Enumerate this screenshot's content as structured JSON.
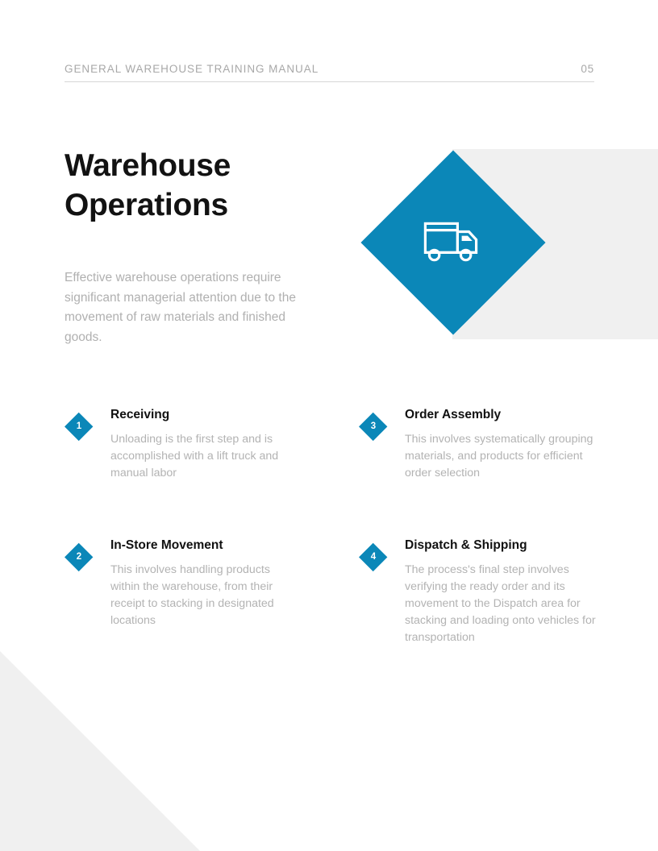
{
  "header": {
    "title": "GENERAL WAREHOUSE TRAINING MANUAL",
    "page_number": "05"
  },
  "hero": {
    "title_line_1": "Warehouse",
    "title_line_2": "Operations",
    "intro": "Effective warehouse operations require significant managerial attention due to the movement of raw materials and finished goods.",
    "icon": "delivery-truck-icon"
  },
  "steps": [
    {
      "number": "1",
      "title": "Receiving",
      "description": "Unloading is the first step and is accomplished with a lift truck and manual labor"
    },
    {
      "number": "2",
      "title": "In-Store Movement",
      "description": "This involves handling products within the warehouse, from their receipt to stacking in designated locations"
    },
    {
      "number": "3",
      "title": "Order Assembly",
      "description": "This involves systematically grouping materials, and products for efficient order selection"
    },
    {
      "number": "4",
      "title": "Dispatch & Shipping",
      "description": "The process's final step involves verifying the ready order and its movement to the Dispatch area for stacking and loading onto vehicles for transportation"
    }
  ],
  "colors": {
    "accent_blue": "#0b87b8",
    "panel_gray": "#f0f0f0",
    "body_text_gray": "#b3b3b3",
    "heading_black": "#121212"
  }
}
